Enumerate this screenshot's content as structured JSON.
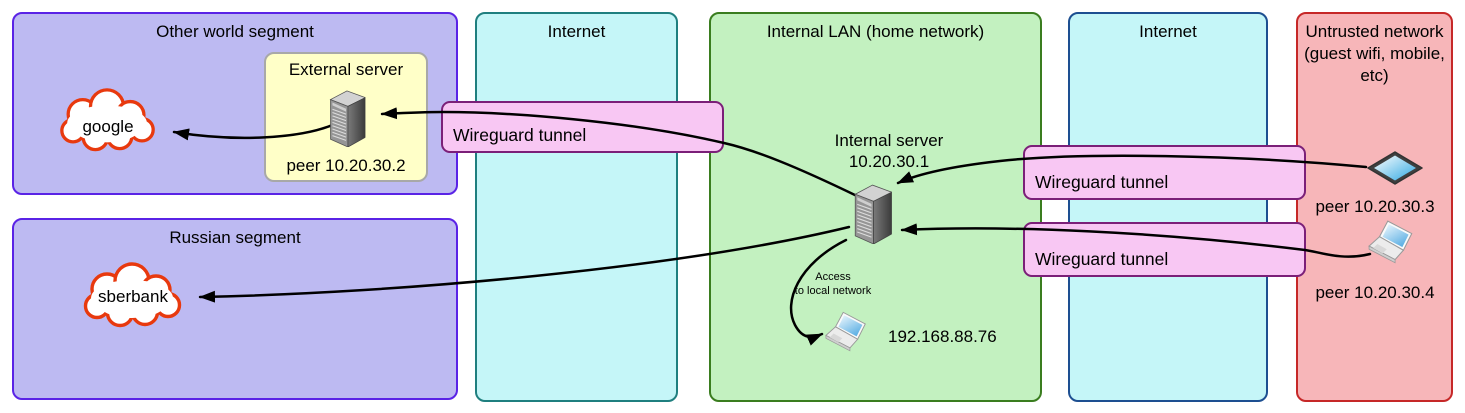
{
  "segments": {
    "other_world": {
      "title": "Other world segment"
    },
    "russian": {
      "title": "Russian segment"
    },
    "internet_left": {
      "title": "Internet"
    },
    "internal_lan": {
      "title": "Internal LAN (home network)"
    },
    "internet_right": {
      "title": "Internet"
    },
    "untrusted": {
      "title": "Untrusted network (guest wifi, mobile, etc)"
    }
  },
  "nodes": {
    "google_cloud": {
      "label": "google",
      "icon": "cloud-icon"
    },
    "sberbank_cloud": {
      "label": "sberbank",
      "icon": "cloud-icon"
    },
    "external_server": {
      "title": "External server",
      "peer_label": "peer 10.20.30.2",
      "icon": "server-icon"
    },
    "internal_server": {
      "title": "Internal server",
      "ip": "10.20.30.1",
      "icon": "server-icon"
    },
    "local_laptop": {
      "ip": "192.168.88.76",
      "icon": "laptop-icon"
    },
    "peer_mobile": {
      "label": "peer 10.20.30.3",
      "icon": "mobile-device-icon"
    },
    "peer_laptop": {
      "label": "peer 10.20.30.4",
      "icon": "laptop-icon"
    }
  },
  "tunnels": {
    "label": "Wireguard tunnel"
  },
  "annotations": {
    "local_access_line1": "Access",
    "local_access_line2": "to local network"
  },
  "colors": {
    "segment_purple_fill": "#bdbaf2",
    "segment_purple_border": "#5a23e6",
    "internet_fill": "#c5f6f8",
    "internet_left_border": "#1f7f7f",
    "internet_right_border": "#1d4f91",
    "lan_fill": "#c3f1c0",
    "lan_border": "#3a7d1f",
    "untrusted_fill": "#f7b6b9",
    "untrusted_border": "#c62828",
    "tunnel_fill": "#f8c7f3",
    "tunnel_border": "#7b1f78",
    "external_box_fill": "#ffffc8",
    "external_box_border": "#a8a8a8",
    "cloud_border": "#e8390e",
    "line": "#000000"
  }
}
